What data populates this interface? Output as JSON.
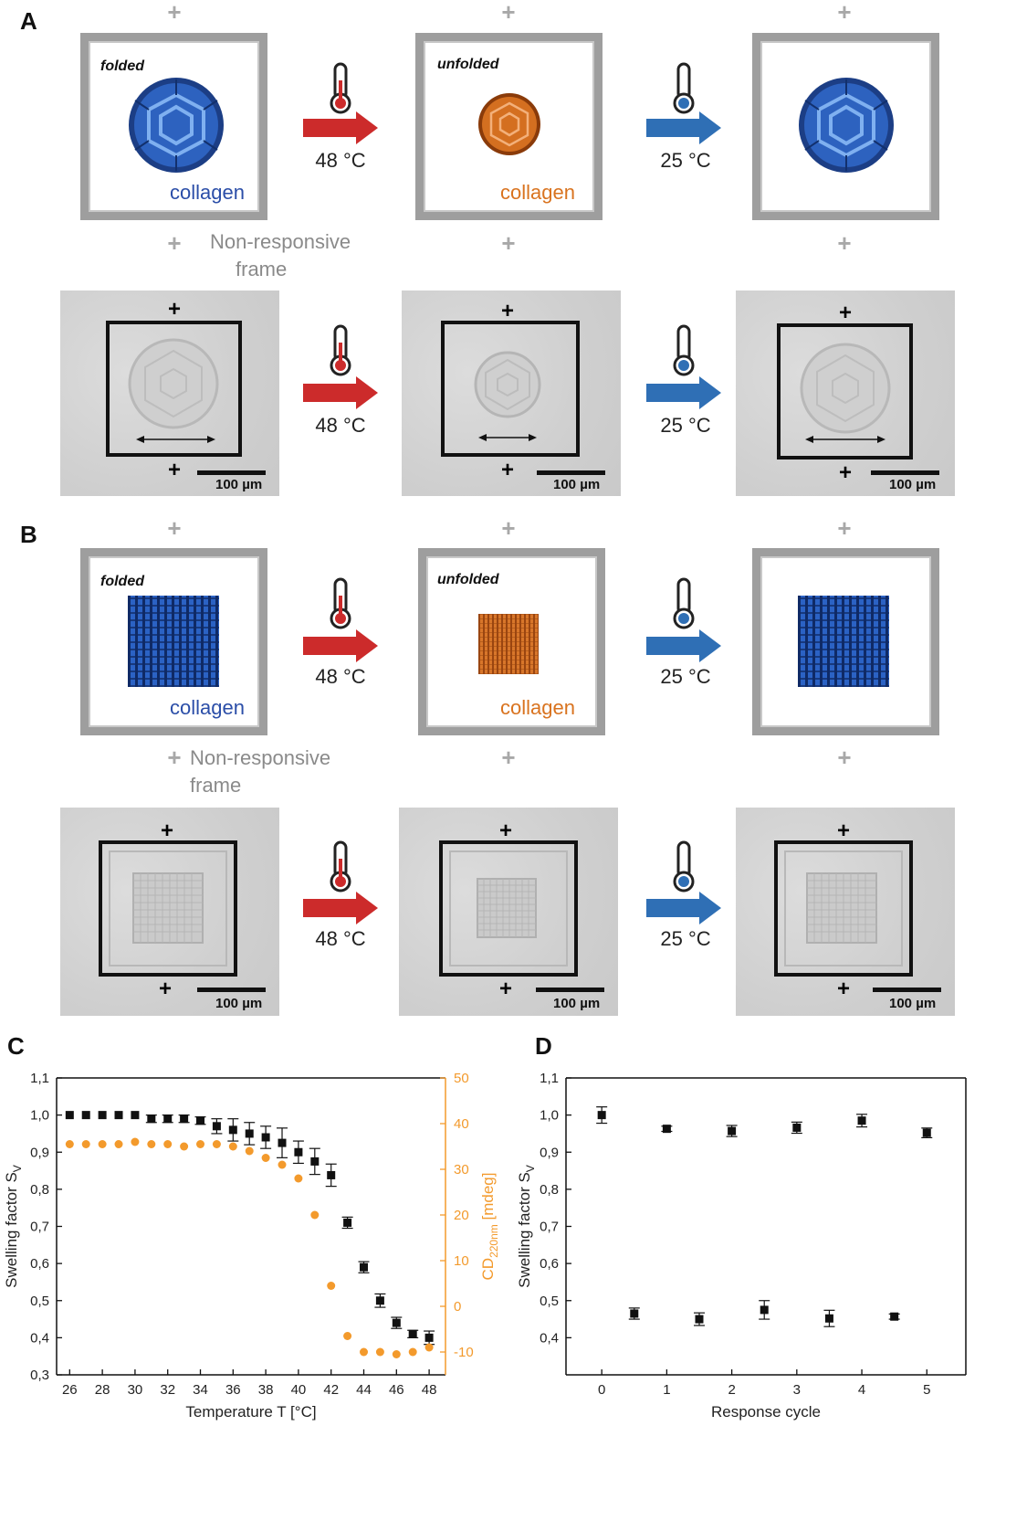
{
  "panel_labels": {
    "a": "A",
    "b": "B",
    "c": "C",
    "d": "D"
  },
  "schematic": {
    "state_folded": "folded",
    "state_unfolded": "unfolded",
    "material": "collagen",
    "heat_temp": "48 °C",
    "cool_temp": "25 °C",
    "frame_label_line1": "Non-responsive",
    "frame_label_line2": "frame",
    "plus_sign": "+"
  },
  "micrographs": {
    "scale_bar": "100 µm"
  },
  "colors": {
    "folded_blue": "#2b62b8",
    "unfolded_orange": "#d9731f",
    "heat_arrow": "#cc2b2b",
    "cool_arrow": "#2f6fb5",
    "cd_series": "#f39a2c"
  },
  "chart_data": [
    {
      "type": "scatter",
      "panel": "C",
      "xlabel": "Temperature T [°C]",
      "ylabel": "Swelling factor S",
      "ylabel_sub": "V",
      "y2label": "CD",
      "y2label_sub": "220nm",
      "y2label_suffix": " [mdeg]",
      "xlim": [
        25.2,
        49
      ],
      "ylim": [
        0.3,
        1.1
      ],
      "y2lim": [
        -15,
        50
      ],
      "xticks": [
        "26",
        "28",
        "30",
        "32",
        "34",
        "36",
        "38",
        "40",
        "42",
        "44",
        "46",
        "48"
      ],
      "yticks": [
        "0,3",
        "0,4",
        "0,5",
        "0,6",
        "0,7",
        "0,8",
        "0,9",
        "1,0",
        "1,1"
      ],
      "y2ticks": [
        "-10",
        "0",
        "10",
        "20",
        "30",
        "40",
        "50"
      ],
      "series": [
        {
          "marker": "square",
          "color": "#111111",
          "axis": "left",
          "points": [
            {
              "x": 26,
              "y": 1.0,
              "err": 0
            },
            {
              "x": 27,
              "y": 1.0,
              "err": 0
            },
            {
              "x": 28,
              "y": 1.0,
              "err": 0
            },
            {
              "x": 29,
              "y": 1.0,
              "err": 0
            },
            {
              "x": 30,
              "y": 1.0,
              "err": 0
            },
            {
              "x": 31,
              "y": 0.99,
              "err": 0.01
            },
            {
              "x": 32,
              "y": 0.99,
              "err": 0.01
            },
            {
              "x": 33,
              "y": 0.99,
              "err": 0.01
            },
            {
              "x": 34,
              "y": 0.985,
              "err": 0.01
            },
            {
              "x": 35,
              "y": 0.97,
              "err": 0.02
            },
            {
              "x": 36,
              "y": 0.96,
              "err": 0.03
            },
            {
              "x": 37,
              "y": 0.95,
              "err": 0.03
            },
            {
              "x": 38,
              "y": 0.94,
              "err": 0.03
            },
            {
              "x": 39,
              "y": 0.925,
              "err": 0.04
            },
            {
              "x": 40,
              "y": 0.9,
              "err": 0.03
            },
            {
              "x": 41,
              "y": 0.875,
              "err": 0.035
            },
            {
              "x": 42,
              "y": 0.838,
              "err": 0.03
            },
            {
              "x": 43,
              "y": 0.71,
              "err": 0.015
            },
            {
              "x": 44,
              "y": 0.59,
              "err": 0.015
            },
            {
              "x": 45,
              "y": 0.5,
              "err": 0.018
            },
            {
              "x": 46,
              "y": 0.44,
              "err": 0.015
            },
            {
              "x": 47,
              "y": 0.41,
              "err": 0.01
            },
            {
              "x": 48,
              "y": 0.4,
              "err": 0.018
            }
          ]
        },
        {
          "marker": "circle",
          "color": "#f39a2c",
          "axis": "right",
          "points": [
            {
              "x": 26,
              "y": 35.5
            },
            {
              "x": 27,
              "y": 35.5
            },
            {
              "x": 28,
              "y": 35.5
            },
            {
              "x": 29,
              "y": 35.5
            },
            {
              "x": 30,
              "y": 36
            },
            {
              "x": 31,
              "y": 35.5
            },
            {
              "x": 32,
              "y": 35.5
            },
            {
              "x": 33,
              "y": 35
            },
            {
              "x": 34,
              "y": 35.5
            },
            {
              "x": 35,
              "y": 35.5
            },
            {
              "x": 36,
              "y": 35
            },
            {
              "x": 37,
              "y": 34
            },
            {
              "x": 38,
              "y": 32.5
            },
            {
              "x": 39,
              "y": 31
            },
            {
              "x": 40,
              "y": 28
            },
            {
              "x": 41,
              "y": 20
            },
            {
              "x": 42,
              "y": 4.5
            },
            {
              "x": 43,
              "y": -6.5
            },
            {
              "x": 44,
              "y": -10
            },
            {
              "x": 45,
              "y": -10
            },
            {
              "x": 46,
              "y": -10.5
            },
            {
              "x": 47,
              "y": -10
            },
            {
              "x": 48,
              "y": -9
            }
          ]
        }
      ]
    },
    {
      "type": "scatter",
      "panel": "D",
      "xlabel": "Response cycle",
      "ylabel": "Swelling factor S",
      "ylabel_sub": "V",
      "xlim": [
        -0.55,
        5.6
      ],
      "ylim": [
        0.3,
        1.1
      ],
      "xticks": [
        "0",
        "1",
        "2",
        "3",
        "4",
        "5"
      ],
      "yticks": [
        "0,4",
        "0,5",
        "0,6",
        "0,7",
        "0,8",
        "0,9",
        "1,0",
        "1,1"
      ],
      "series": [
        {
          "marker": "square",
          "color": "#111111",
          "points": [
            {
              "x": 0,
              "y": 1.0,
              "err": 0.022
            },
            {
              "x": 0.5,
              "y": 0.465,
              "err": 0.015
            },
            {
              "x": 1,
              "y": 0.963,
              "err": 0.007
            },
            {
              "x": 1.5,
              "y": 0.45,
              "err": 0.017
            },
            {
              "x": 2,
              "y": 0.957,
              "err": 0.015
            },
            {
              "x": 2.5,
              "y": 0.475,
              "err": 0.025
            },
            {
              "x": 3,
              "y": 0.966,
              "err": 0.015
            },
            {
              "x": 3.5,
              "y": 0.452,
              "err": 0.022
            },
            {
              "x": 4,
              "y": 0.985,
              "err": 0.017
            },
            {
              "x": 4.5,
              "y": 0.457,
              "err": 0.007
            },
            {
              "x": 5,
              "y": 0.952,
              "err": 0.013
            }
          ]
        }
      ]
    }
  ]
}
